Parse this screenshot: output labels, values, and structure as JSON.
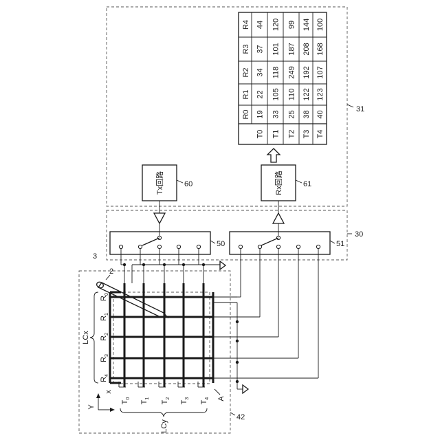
{
  "labels": {
    "ref_31": "31",
    "ref_30": "30",
    "ref_3": "3",
    "ref_50": "50",
    "ref_51": "51",
    "ref_60": "60",
    "ref_61": "61",
    "ref_42": "42",
    "ref_2": "2",
    "ref_A": "A",
    "tx_circuit": "Tx回路",
    "rx_circuit": "Rx回路",
    "lcx": "LCx",
    "lcy": "LCy",
    "axis_x": "x",
    "axis_y": "Y"
  },
  "rows": [
    {
      "letter": "R",
      "index": "0"
    },
    {
      "letter": "R",
      "index": "1"
    },
    {
      "letter": "R",
      "index": "2"
    },
    {
      "letter": "R",
      "index": "3"
    },
    {
      "letter": "R",
      "index": "4"
    }
  ],
  "cols": [
    {
      "letter": "T",
      "index": "0"
    },
    {
      "letter": "T",
      "index": "1"
    },
    {
      "letter": "T",
      "index": "2"
    },
    {
      "letter": "T",
      "index": "3"
    },
    {
      "letter": "T",
      "index": "4"
    }
  ],
  "table": {
    "col_headers": [
      "R0",
      "R1",
      "R2",
      "R3",
      "R4"
    ],
    "row_headers": [
      "T0",
      "T1",
      "T2",
      "T3",
      "T4"
    ],
    "cells": [
      [
        "19",
        "22",
        "34",
        "37",
        "44"
      ],
      [
        "33",
        "105",
        "118",
        "101",
        "120"
      ],
      [
        "25",
        "110",
        "249",
        "187",
        "99"
      ],
      [
        "38",
        "122",
        "192",
        "208",
        "144"
      ],
      [
        "40",
        "123",
        "107",
        "168",
        "100"
      ]
    ]
  }
}
